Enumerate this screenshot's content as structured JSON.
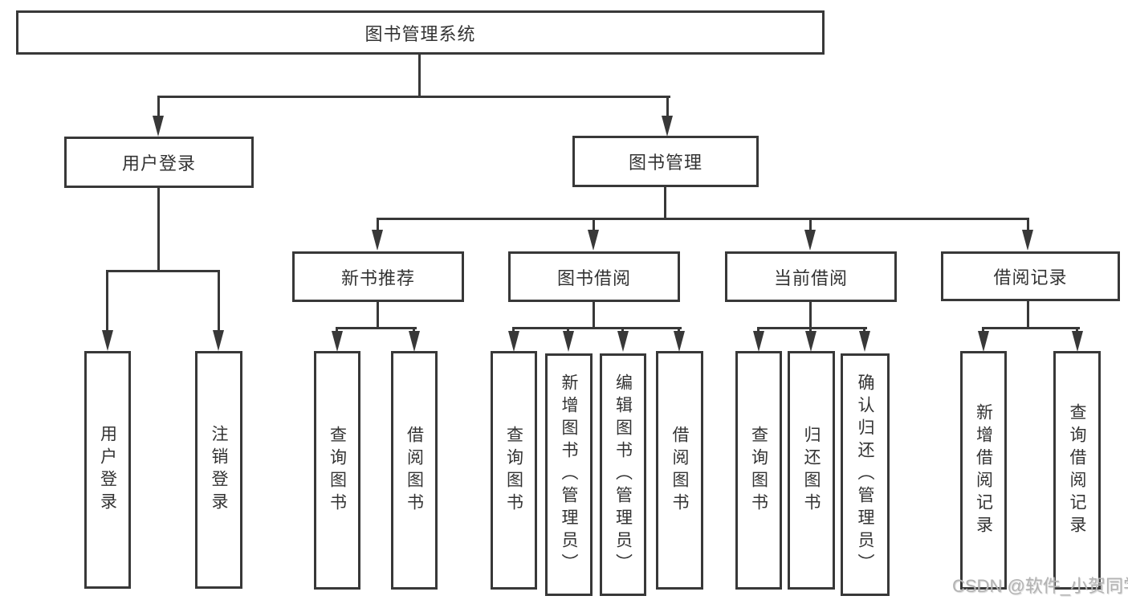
{
  "diagram_title": "图书管理系统",
  "colors": {
    "line": "#383838",
    "text": "#333333",
    "background": "#ffffff",
    "watermark": "#b3b3b3"
  },
  "tree": {
    "root": {
      "label": "图书管理系统",
      "children": [
        {
          "label": "用户登录",
          "children": [
            {
              "label": "用户登录"
            },
            {
              "label": "注销登录"
            }
          ]
        },
        {
          "label": "图书管理",
          "children": [
            {
              "label": "新书推荐",
              "children": [
                {
                  "label": "查询图书"
                },
                {
                  "label": "借阅图书"
                }
              ]
            },
            {
              "label": "图书借阅",
              "children": [
                {
                  "label": "查询图书"
                },
                {
                  "label": "新增图书（管理员）"
                },
                {
                  "label": "编辑图书（管理员）"
                },
                {
                  "label": "借阅图书"
                }
              ]
            },
            {
              "label": "当前借阅",
              "children": [
                {
                  "label": "查询图书"
                },
                {
                  "label": "归还图书"
                },
                {
                  "label": "确认归还（管理员）"
                }
              ]
            },
            {
              "label": "借阅记录",
              "children": [
                {
                  "label": "新增借阅记录"
                },
                {
                  "label": "查询借阅记录"
                }
              ]
            }
          ]
        }
      ]
    }
  },
  "watermark": {
    "text": "CSDN @软件_小贺同学"
  }
}
